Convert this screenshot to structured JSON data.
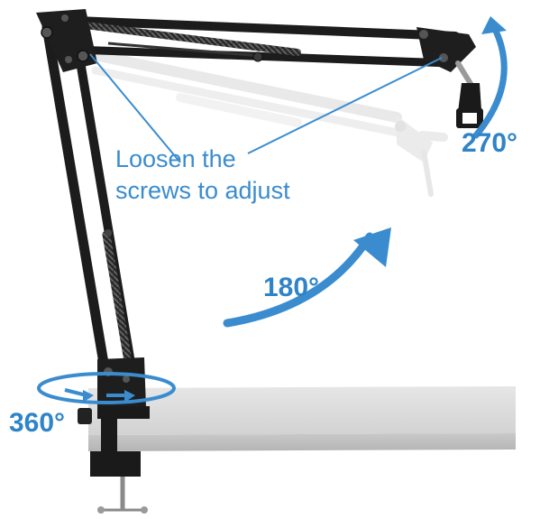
{
  "annotations": {
    "instruction_line1": "Loosen the",
    "instruction_line2": "screws to adjust",
    "rotation_top": "270°",
    "rotation_middle": "180°",
    "rotation_base": "360°"
  },
  "colors": {
    "annotation_blue": "#3a8ccf",
    "arm_black": "#1c1c1c",
    "desk_gray": "#dcdcdc",
    "ghost_arm": "#e4e4e4"
  },
  "icons": {
    "rotation_arrows": "curved-arrow-icon",
    "base_rotation": "circular-arrow-icon"
  }
}
